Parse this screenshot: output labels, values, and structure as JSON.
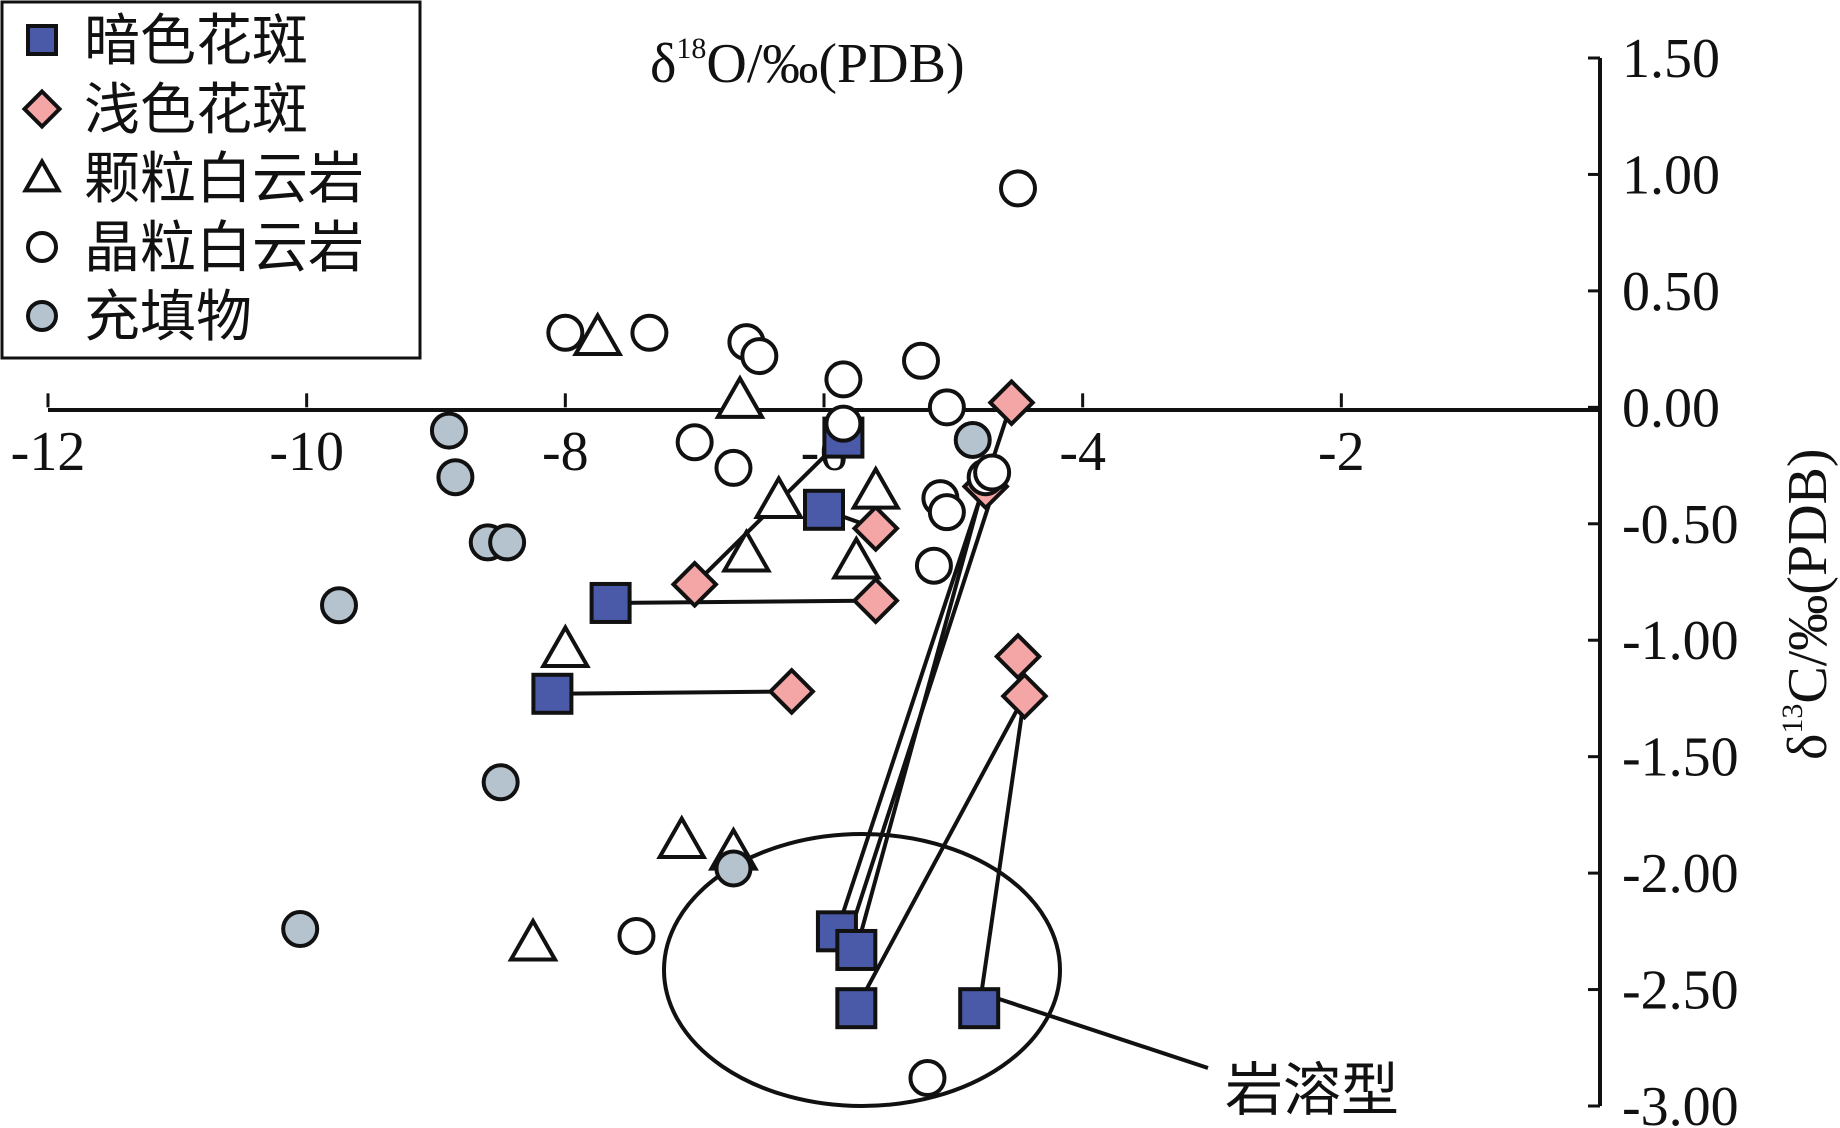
{
  "chart_data": {
    "type": "scatter",
    "xlabel_prefix": "δ",
    "xlabel_sup": "18",
    "xlabel_rest": "O/‰(PDB)",
    "ylabel_prefix": "δ",
    "ylabel_sup": "13",
    "ylabel_rest": "C/‰(PDB)",
    "xlim": [
      -12,
      0
    ],
    "ylim": [
      -3.0,
      1.5
    ],
    "xticks": [
      -12,
      -10,
      -8,
      -6,
      -4,
      -2
    ],
    "xtick_labels": [
      "-12",
      "-10",
      "-8",
      "-6",
      "-4",
      "-2"
    ],
    "yticks": [
      1.5,
      1.0,
      0.5,
      0.0,
      -0.5,
      -1.0,
      -1.5,
      -2.0,
      -2.5,
      -3.0
    ],
    "ytick_labels": [
      "1.50",
      "1.00",
      "0.50",
      "0.00",
      "-0.50",
      "-1.00",
      "-1.50",
      "-2.00",
      "-2.50",
      "-3.00"
    ],
    "legend_position": "top-left",
    "series": [
      {
        "name": "暗色花斑",
        "marker": "square",
        "color": "#4a5aa8",
        "points": [
          [
            -5.85,
            -0.13
          ],
          [
            -6.0,
            -0.44
          ],
          [
            -7.65,
            -0.84
          ],
          [
            -8.1,
            -1.23
          ],
          [
            -5.9,
            -2.25
          ],
          [
            -5.75,
            -2.33
          ],
          [
            -5.75,
            -2.58
          ],
          [
            -4.8,
            -2.58
          ]
        ]
      },
      {
        "name": "浅色花斑",
        "marker": "diamond",
        "color": "#f4a5a5",
        "points": [
          [
            -4.55,
            0.02
          ],
          [
            -4.75,
            -0.34
          ],
          [
            -5.6,
            -0.52
          ],
          [
            -5.6,
            -0.83
          ],
          [
            -7.0,
            -0.76
          ],
          [
            -6.25,
            -1.22
          ],
          [
            -4.5,
            -1.07
          ],
          [
            -4.45,
            -1.24
          ]
        ]
      },
      {
        "name": "颗粒白云岩",
        "marker": "triangle",
        "color": "#ffffff",
        "points": [
          [
            -7.75,
            0.3
          ],
          [
            -6.65,
            0.03
          ],
          [
            -6.35,
            -0.4
          ],
          [
            -6.6,
            -0.63
          ],
          [
            -5.75,
            -0.66
          ],
          [
            -8.0,
            -1.04
          ],
          [
            -7.1,
            -1.86
          ],
          [
            -6.7,
            -1.91
          ],
          [
            -8.25,
            -2.3
          ],
          [
            -5.6,
            -0.36
          ]
        ]
      },
      {
        "name": "晶粒白云岩",
        "marker": "circle",
        "color": "#ffffff",
        "points": [
          [
            -4.5,
            0.94
          ],
          [
            -8.0,
            0.32
          ],
          [
            -7.35,
            0.32
          ],
          [
            -6.6,
            0.28
          ],
          [
            -6.5,
            0.22
          ],
          [
            -5.25,
            0.2
          ],
          [
            -5.85,
            0.12
          ],
          [
            -5.85,
            -0.07
          ],
          [
            -5.05,
            0.0
          ],
          [
            -7.0,
            -0.15
          ],
          [
            -6.7,
            -0.26
          ],
          [
            -5.1,
            -0.39
          ],
          [
            -4.75,
            -0.3
          ],
          [
            -4.7,
            -0.28
          ],
          [
            -5.05,
            -0.45
          ],
          [
            -5.15,
            -0.68
          ],
          [
            -7.45,
            -2.27
          ],
          [
            -5.2,
            -2.88
          ]
        ]
      },
      {
        "name": "充填物",
        "marker": "circle",
        "color": "#b4c3cd",
        "points": [
          [
            -8.9,
            -0.1
          ],
          [
            -8.85,
            -0.3
          ],
          [
            -8.6,
            -0.58
          ],
          [
            -8.45,
            -0.58
          ],
          [
            -9.75,
            -0.85
          ],
          [
            -8.5,
            -1.61
          ],
          [
            -10.05,
            -2.24
          ],
          [
            -6.7,
            -1.98
          ],
          [
            -4.85,
            -0.14
          ]
        ]
      }
    ],
    "connectors": [
      [
        [
          -5.85,
          -0.13
        ],
        [
          -7.0,
          -0.76
        ]
      ],
      [
        [
          -6.0,
          -0.44
        ],
        [
          -5.6,
          -0.52
        ]
      ],
      [
        [
          -7.65,
          -0.84
        ],
        [
          -5.6,
          -0.83
        ]
      ],
      [
        [
          -8.1,
          -1.23
        ],
        [
          -6.25,
          -1.22
        ]
      ],
      [
        [
          -5.9,
          -2.25
        ],
        [
          -4.55,
          0.02
        ]
      ],
      [
        [
          -5.75,
          -2.33
        ],
        [
          -4.75,
          -0.3
        ]
      ],
      [
        [
          -5.75,
          -2.58
        ],
        [
          -4.45,
          -1.24
        ]
      ],
      [
        [
          -4.8,
          -2.58
        ],
        [
          -4.45,
          -1.24
        ]
      ]
    ],
    "annotation": "岩溶型"
  }
}
